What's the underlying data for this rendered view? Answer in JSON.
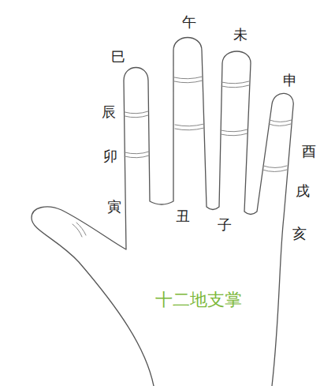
{
  "diagram": {
    "title": "十二地支掌",
    "labels": [
      "午",
      "未",
      "巳",
      "申",
      "辰",
      "酉",
      "卯",
      "戌",
      "寅",
      "丑",
      "子",
      "亥"
    ]
  }
}
